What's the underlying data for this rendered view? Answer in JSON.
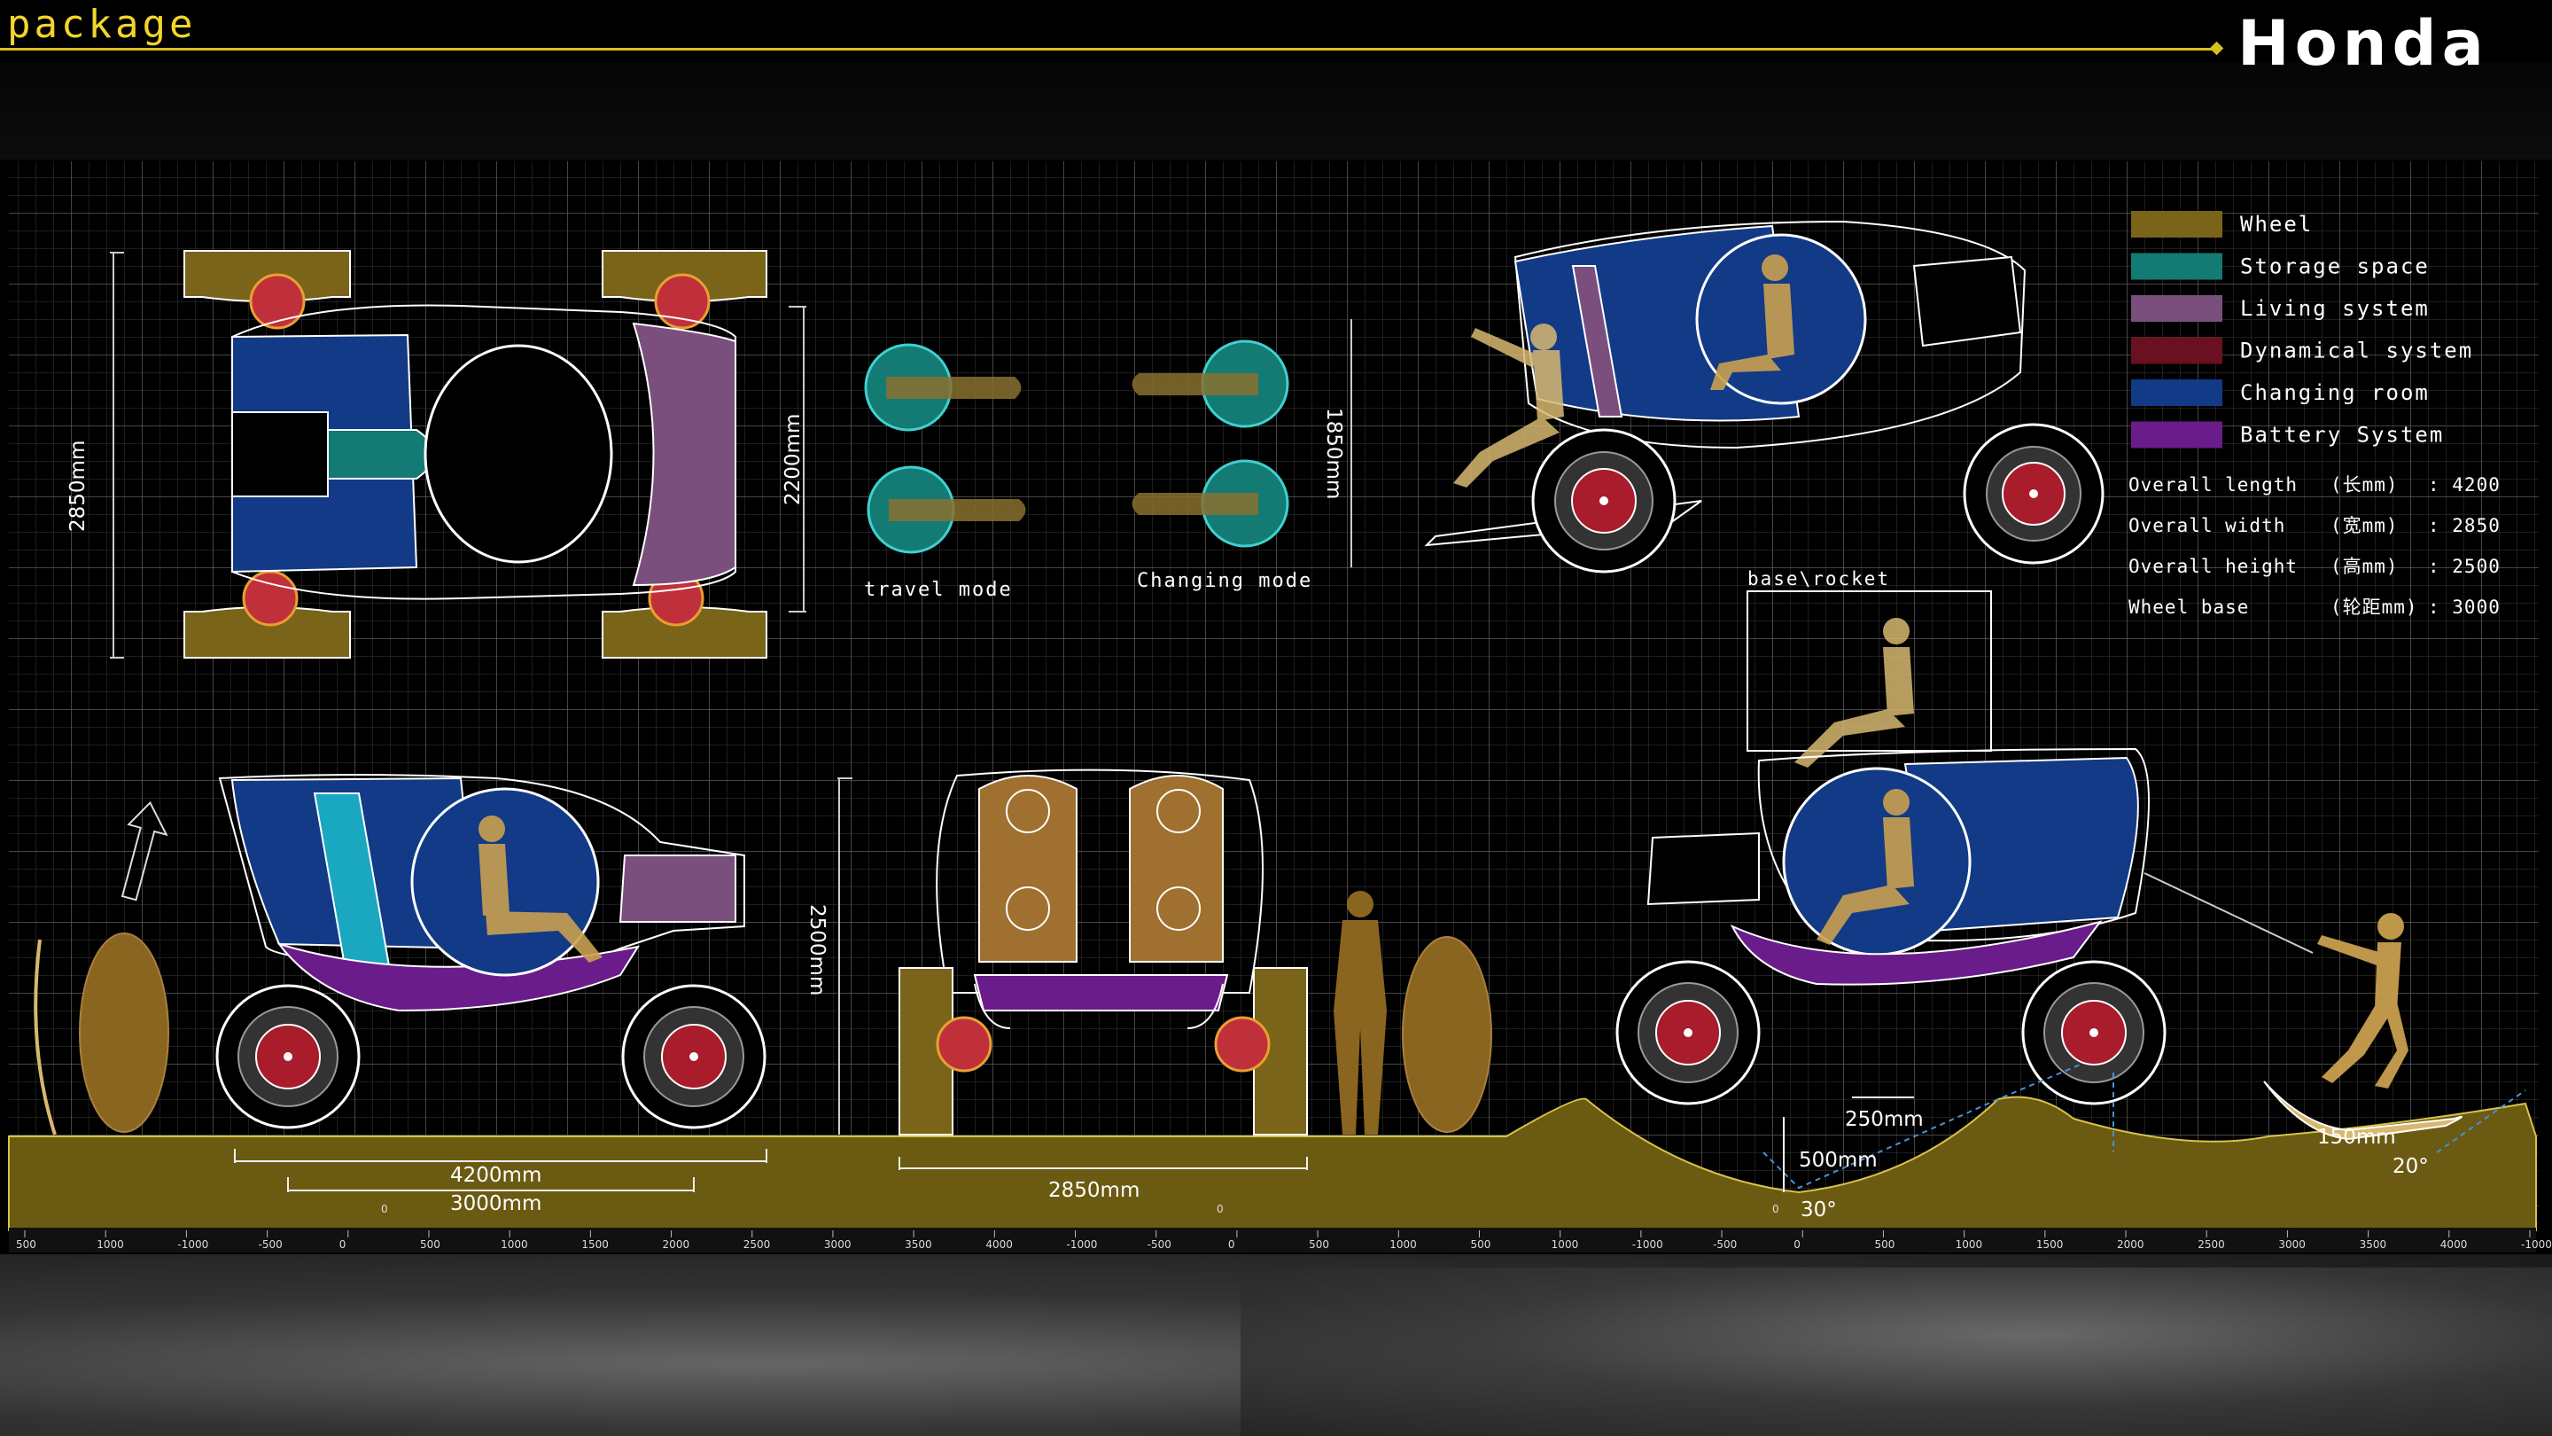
{
  "header": {
    "title": "package",
    "brand": "Honda"
  },
  "legend": [
    {
      "label": "Wheel",
      "color": "#7a6419"
    },
    {
      "label": "Storage space",
      "color": "#137a74"
    },
    {
      "label": "Living system",
      "color": "#7a4f7d"
    },
    {
      "label": "Dynamical system",
      "color": "#6a1020"
    },
    {
      "label": "Changing room",
      "color": "#123a86"
    },
    {
      "label": "Battery System",
      "color": "#6a1c8a"
    }
  ],
  "specs": [
    {
      "label": "Overall length",
      "unit": "(长mm)",
      "value": ": 4200"
    },
    {
      "label": "Overall width",
      "unit": "(宽mm)",
      "value": ": 2850"
    },
    {
      "label": "Overall height",
      "unit": "(高mm)",
      "value": ": 2500"
    },
    {
      "label": "Wheel base",
      "unit": "(轮距mm)",
      "value": ": 3000"
    }
  ],
  "dimensions": {
    "top_length": "2850mm",
    "top_width": "2200mm",
    "seat_height": "1850mm",
    "side_length": "4200mm",
    "side_wheelbase": "3000mm",
    "front_height": "2500mm",
    "front_width": "2850mm",
    "step": "250mm",
    "depth": "500mm",
    "angle_1": "30°",
    "board": "150mm",
    "angle_2": "20°"
  },
  "modes": {
    "travel": "travel mode",
    "changing": "Changing mode",
    "base": "base\\rocket"
  },
  "ruler": {
    "labels": [
      "500",
      "1000",
      "-1000",
      "-500",
      "0",
      "500",
      "1000",
      "1500",
      "2000",
      "2500",
      "3000",
      "3500",
      "4000",
      "-1000",
      "-500",
      "0",
      "500",
      "1000",
      "500",
      "1000",
      "-1000",
      "-500",
      "0",
      "500",
      "1000",
      "1500",
      "2000",
      "2500",
      "3000",
      "3500",
      "4000",
      "-1000"
    ],
    "zeros": [
      "0",
      "0",
      "0"
    ]
  },
  "colors": {
    "accent": "#f2d52a",
    "wheel": "#7a6419",
    "storage": "#137a74",
    "living": "#7a4f7d",
    "dynamical": "#6a1020",
    "changing": "#123a86",
    "battery": "#6a1c8a",
    "ground": "#6b5a12"
  }
}
